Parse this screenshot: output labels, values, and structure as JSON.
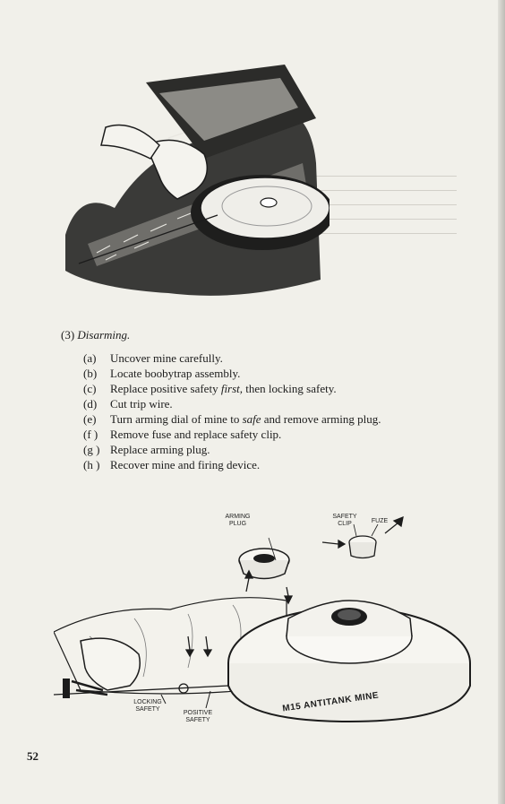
{
  "section": {
    "number": "(3)",
    "title": "Disarming.",
    "steps": [
      {
        "label": "(a)",
        "text": "Uncover mine carefully."
      },
      {
        "label": "(b)",
        "text": "Locate boobytrap assembly."
      },
      {
        "label": "(c)",
        "text_before": "Replace positive safety ",
        "text_emphasis": "first,",
        "text_after": " then locking safety."
      },
      {
        "label": "(d)",
        "text": "Cut trip wire."
      },
      {
        "label": "(e)",
        "text_before": "Turn arming dial of mine to ",
        "text_emphasis": "safe",
        "text_after": " and remove arming plug."
      },
      {
        "label": "(f )",
        "text": "Remove fuse and replace safety clip."
      },
      {
        "label": "(g )",
        "text": "Replace arming plug."
      },
      {
        "label": "(h )",
        "text": "Recover mine and firing device."
      }
    ]
  },
  "illustration_labels": {
    "arming_plug": "ARMING PLUG",
    "safety_clip": "SAFETY CLIP",
    "fuze": "FUZE",
    "locking_safety": "LOCKING SAFETY",
    "positive_safety": "POSITIVE SAFETY",
    "mine_marking": "M15 ANTITANK MINE"
  },
  "page_number": "52"
}
